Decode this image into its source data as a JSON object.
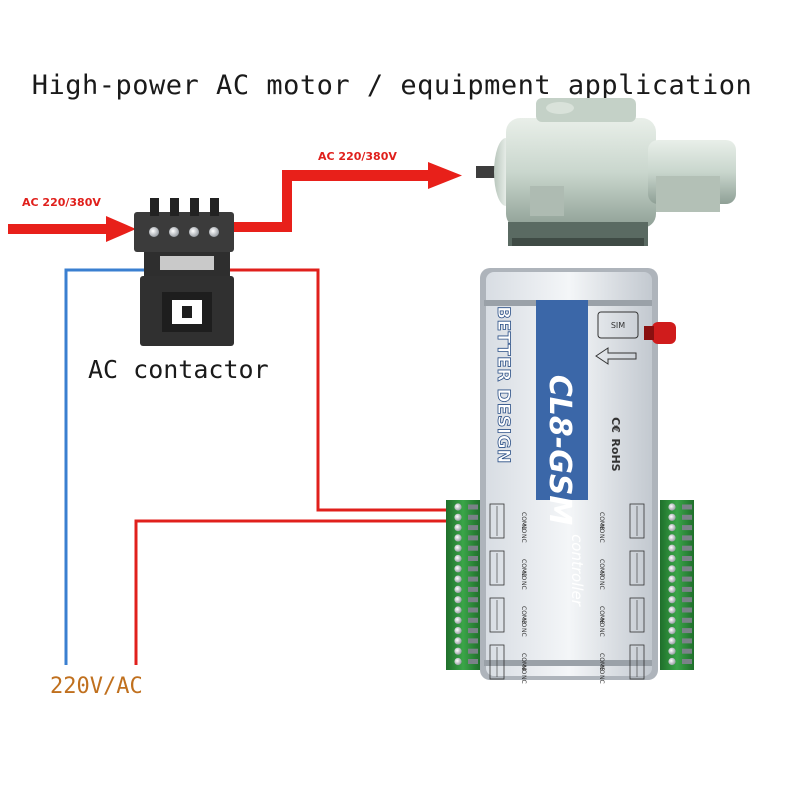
{
  "title": "High-power AC motor / equipment application",
  "labels": {
    "input_voltage": "AC 220/380V",
    "output_voltage": "AC 220/380V",
    "contactor": "AC contactor",
    "supply": "220V/AC"
  },
  "controller": {
    "brand": "BETTER DESIGN",
    "model": "CL8-GSM",
    "subtitle": "controller",
    "sim": "SIM",
    "cert_ce": "C€",
    "cert_rohs": "RoHS",
    "relays_left": [
      {
        "com": "COM1",
        "no": "NO",
        "nc": "NC"
      },
      {
        "com": "COM2",
        "no": "NO",
        "nc": "NC"
      },
      {
        "com": "COM3",
        "no": "NO",
        "nc": "NC"
      },
      {
        "com": "COM4",
        "no": "NO",
        "nc": "NC"
      }
    ],
    "relays_right": [
      {
        "com": "COM8",
        "no": "NO",
        "nc": "NC"
      },
      {
        "com": "COM7",
        "no": "NO",
        "nc": "NC"
      },
      {
        "com": "COM6",
        "no": "NO",
        "nc": "NC"
      },
      {
        "com": "COM5",
        "no": "NO",
        "nc": "NC"
      }
    ]
  },
  "colors": {
    "power_arrow": "#e8201a",
    "wire_red": "#e0201c",
    "wire_blue": "#3a7fd0",
    "panel_blue": "#3b67a8",
    "terminal_green": "#2f8f3a",
    "supply_text": "#c0701e"
  },
  "icons": {
    "motor": "motor-icon",
    "contactor": "contactor-icon",
    "antenna": "antenna-icon"
  }
}
